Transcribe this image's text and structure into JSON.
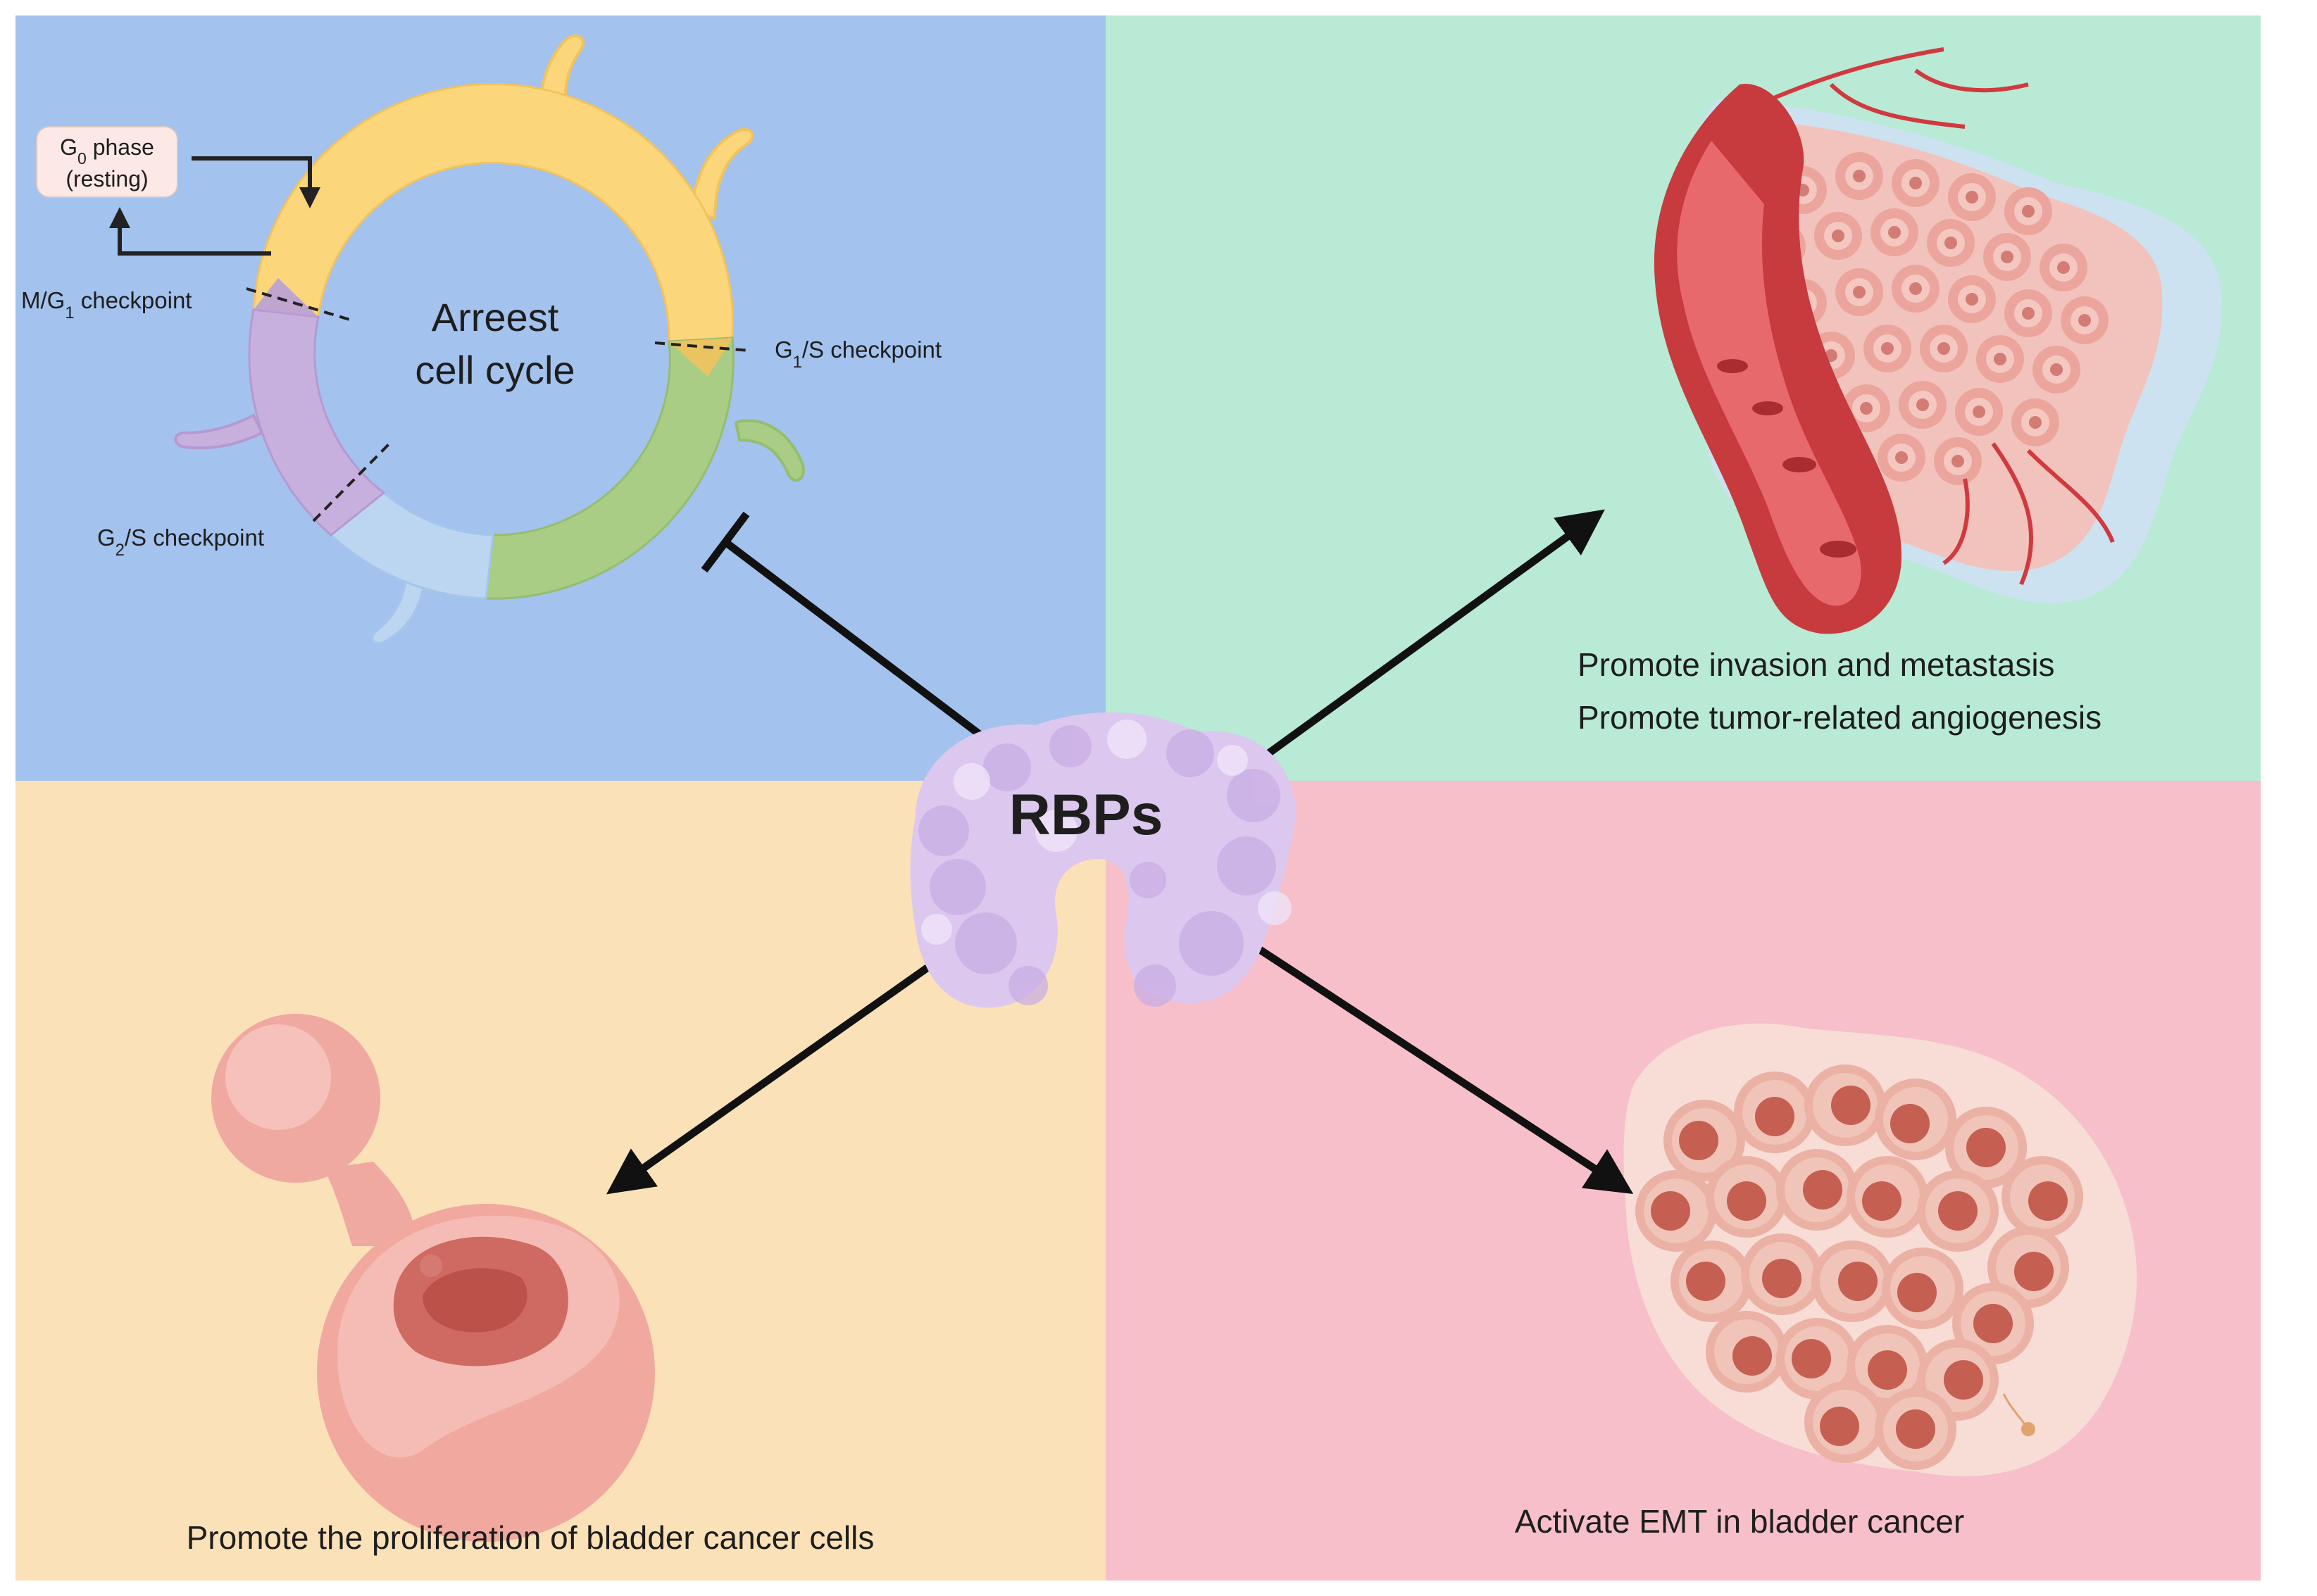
{
  "center": {
    "label": "RBPs"
  },
  "cell_cycle": {
    "center_line1": "Arreest",
    "center_line2": "cell cycle",
    "g0_phase": {
      "main": "G",
      "sub": "0",
      "rest": " phase"
    },
    "g0_resting": "(resting)",
    "mg1": {
      "pre": "M/G",
      "sub": "1",
      "post": " checkpoint"
    },
    "g1s": {
      "pre": "G",
      "sub": "1",
      "post": "/S checkpoint"
    },
    "g2s": {
      "pre": "G",
      "sub": "2",
      "post": "/S checkpoint"
    }
  },
  "metastasis": {
    "line1": "Promote invasion and metastasis",
    "line2": "Promote tumor-related angiogenesis"
  },
  "proliferation": {
    "label": "Promote the proliferation of bladder cancer cells"
  },
  "emt": {
    "label": "Activate EMT in bladder cancer"
  },
  "colors": {
    "panel_top_left": "#a3c2ee",
    "panel_top_right": "#b8ead6",
    "panel_bottom_left": "#fbe1b8",
    "panel_bottom_right": "#f6bfca",
    "rbp_purple": "#dcc7ef",
    "cycle_yellow": "#fcd67a",
    "cycle_green": "#a9cd84",
    "cycle_blue": "#bcd6f2",
    "cycle_purple": "#c8b0de",
    "vessel_red": "#c73a3d"
  }
}
